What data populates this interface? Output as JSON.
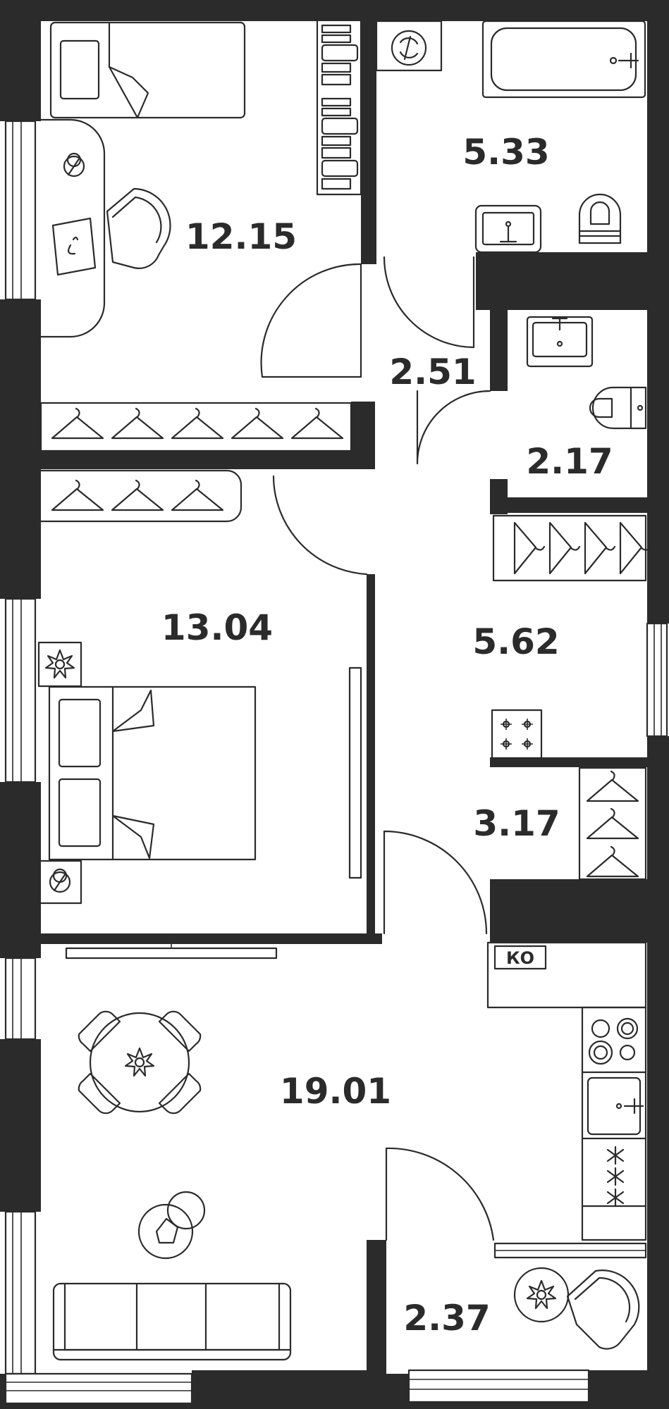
{
  "rooms": [
    {
      "id": "bedroom-1",
      "area": "12.15"
    },
    {
      "id": "bathroom",
      "area": "5.33"
    },
    {
      "id": "corridor",
      "area": "2.51"
    },
    {
      "id": "toilet",
      "area": "2.17"
    },
    {
      "id": "bedroom-2",
      "area": "13.04"
    },
    {
      "id": "hall",
      "area": "5.62"
    },
    {
      "id": "wardrobe",
      "area": "3.17"
    },
    {
      "id": "living-kitchen",
      "area": "19.01"
    },
    {
      "id": "balcony",
      "area": "2.37"
    }
  ],
  "boiler_label": "КО",
  "colors": {
    "wall": "#2b2b2b",
    "background": "#ffffff"
  }
}
